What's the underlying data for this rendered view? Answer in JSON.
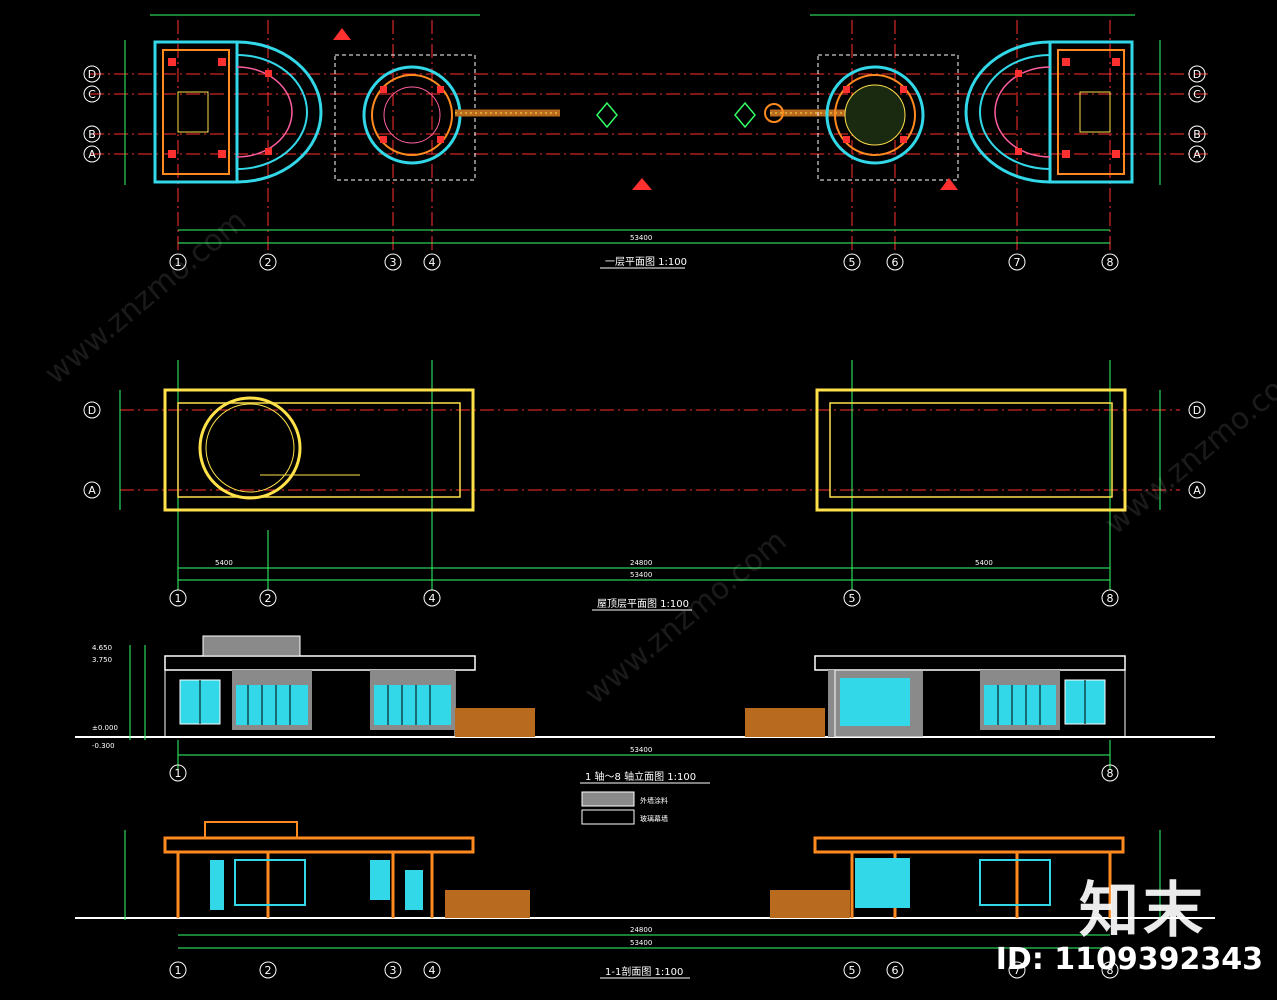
{
  "axes": {
    "numbered": [
      "1",
      "2",
      "3",
      "4",
      "5",
      "6",
      "7",
      "8"
    ],
    "lettered": [
      "D",
      "C",
      "B",
      "A"
    ]
  },
  "titles": {
    "plan": "一层平面图 1:100",
    "roof": "屋顶层平面图 1:100",
    "elevation": "1 轴～8 轴立面图 1:100",
    "section": "1-1剖面图 1:100"
  },
  "dimensions": {
    "overall": "53400",
    "middle": "24800",
    "left_span": "5400",
    "right_span": "5400"
  },
  "levels": {
    "roof_top": "4.650",
    "roof": "3.750",
    "ground": "±0.000",
    "below": "-0.300"
  },
  "elevation_legend": {
    "item1": "外墙涂料",
    "item2": "玻璃幕墙"
  },
  "watermark": {
    "logo": "知末",
    "id": "ID: 1109392343",
    "site": "www.znzmo.com"
  },
  "colors": {
    "background": "#000000",
    "axis": "#ff3030",
    "dimension": "#33ff66",
    "wall": "#ffe14a",
    "glass": "#33d8e8",
    "wood": "#b86a1e",
    "pink": "#ff5fa0",
    "orange": "#ff8a20"
  }
}
